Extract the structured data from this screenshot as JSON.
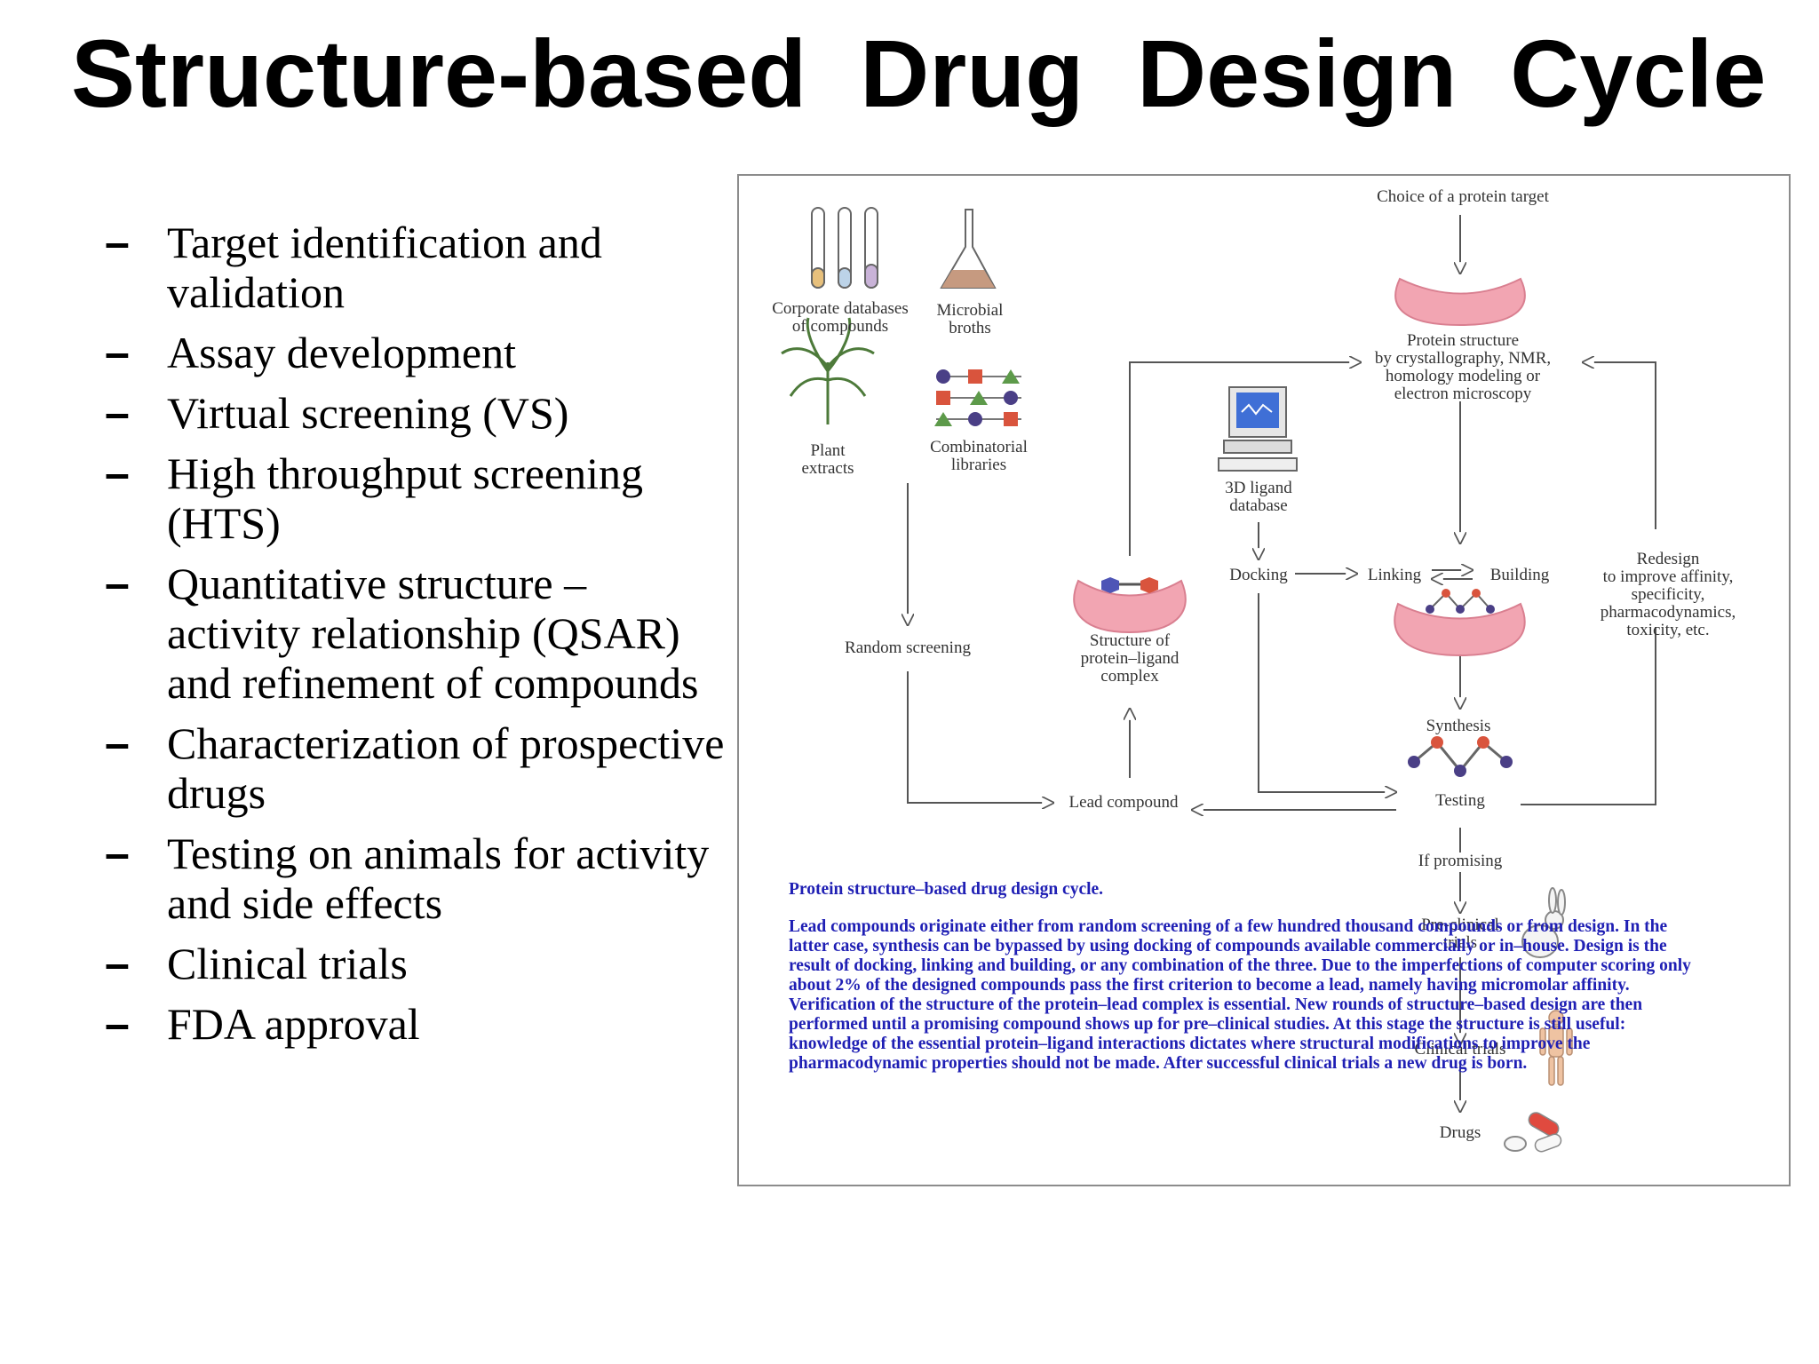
{
  "title": "Structure-based  Drug  Design  Cycle",
  "bullets": [
    "Target identification and validation",
    "Assay development",
    "Virtual screening (VS)",
    "High throughput screening (HTS)",
    "Quantitative structure – activity relationship (QSAR) and refinement of compounds",
    "Characterization of prospective drugs",
    "Testing on animals for activity and side effects",
    "Clinical trials",
    "FDA approval"
  ],
  "bullet_marker": "–",
  "figure": {
    "labels": {
      "choice": "Choice of a protein target",
      "corporate": "Corporate databases\nof compounds",
      "microbial": "Microbial\nbroths",
      "protein_structure": "Protein structure\nby crystallography, NMR,\nhomology modeling or\nelectron microscopy",
      "plant": "Plant\nextracts",
      "combinatorial": "Combinatorial\nlibraries",
      "ligand_db": "3D ligand\ndatabase",
      "docking": "Docking",
      "linking": "Linking",
      "building": "Building",
      "redesign": "Redesign\nto improve affinity,\nspecificity,\npharmacodynamics,\ntoxicity, etc.",
      "random": "Random screening",
      "complex": "Structure of\nprotein–ligand\ncomplex",
      "synthesis": "Synthesis",
      "lead": "Lead compound",
      "testing": "Testing",
      "promising": "If promising",
      "preclinical": "Pre-clinical\ntrials",
      "clinical": "Clinical trials",
      "drugs": "Drugs"
    },
    "caption_title": "Protein structure–based drug design cycle.",
    "caption_body": "Lead compounds originate either from random screening of a few hundred thousand compounds or from design. In the latter case, synthesis can be bypassed by using docking of compounds available commercially or in–house. Design is the result of docking, linking and building, or any combination of the three. Due to the imperfections of computer scoring only about 2% of the designed compounds pass the first criterion to become a lead, namely having micromolar affinity. Verification of the structure of the protein–lead complex is essential. New rounds of structure–based design are then performed until a promising compound shows up for pre–clinical studies. At this stage the structure is still useful: knowledge of the essential protein–ligand interactions dictates where structural modifications to improve the pharmacodynamic properties should not be made. After successful clinical trials a new drug is born."
  },
  "colors": {
    "caption": "#1f1fb4",
    "protein": "#f2a5b2",
    "arrow": "#555555"
  }
}
